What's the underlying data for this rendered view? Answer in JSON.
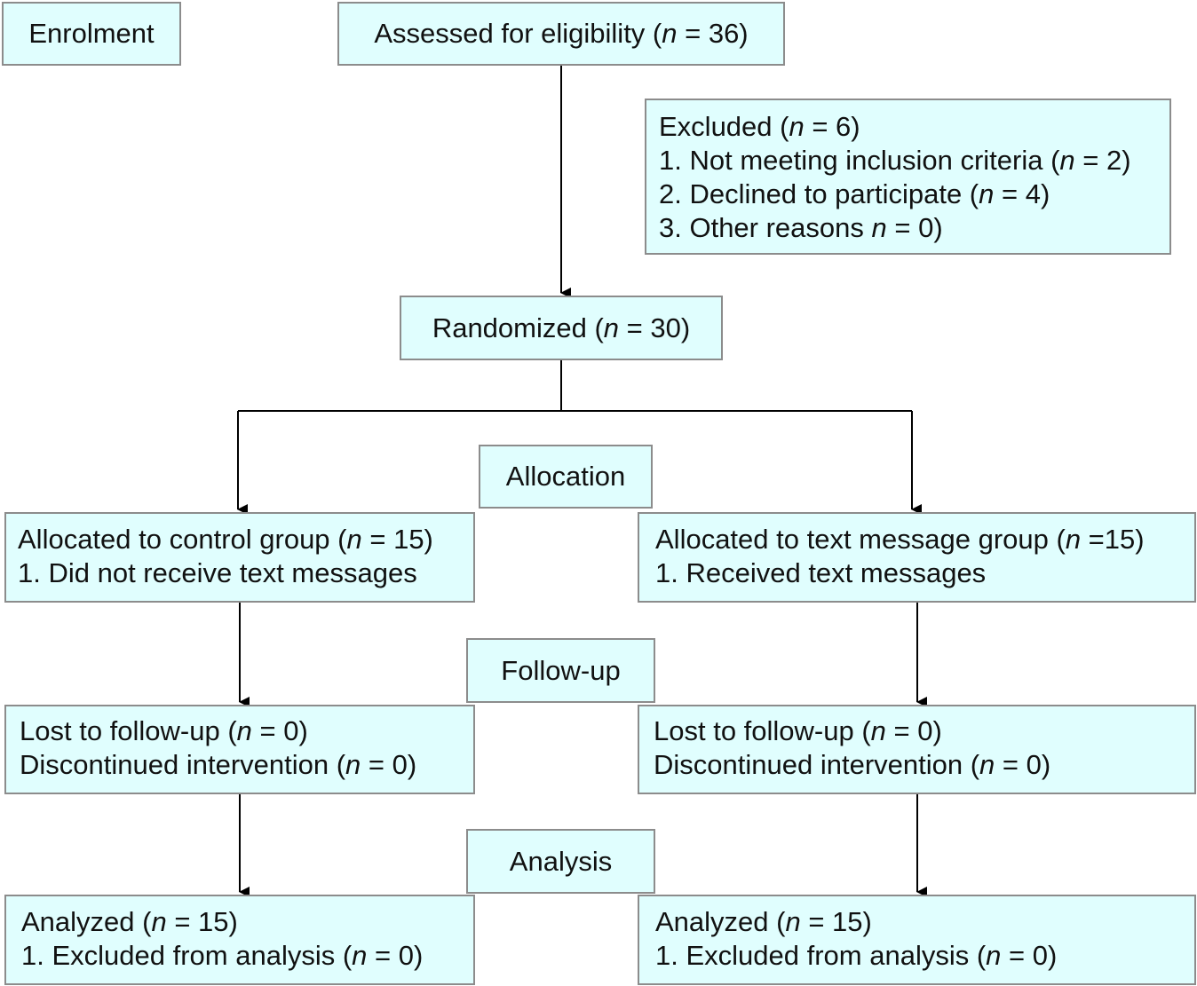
{
  "stages": {
    "enrolment": "Enrolment",
    "allocation": "Allocation",
    "followup": "Follow-up",
    "analysis": "Analysis"
  },
  "assessed": {
    "pre": "Assessed for eligibility (",
    "n": "n",
    "post": " = 36)"
  },
  "excluded": {
    "l1": {
      "pre": "Excluded (",
      "n": "n",
      "post": " = 6)"
    },
    "l2": {
      "pre": "1. Not meeting inclusion criteria (",
      "n": "n",
      "post": " = 2)"
    },
    "l3": {
      "pre": "2. Declined to participate (",
      "n": "n",
      "post": " = 4)"
    },
    "l4": {
      "pre": "3. Other reasons ",
      "n": "n",
      "post": " = 0)"
    }
  },
  "randomized": {
    "pre": "Randomized (",
    "n": "n",
    "post": " = 30)"
  },
  "control": {
    "alloc": {
      "l1": {
        "pre": "Allocated to control group (",
        "n": "n",
        "post": " = 15)"
      },
      "l2": "1. Did not receive text messages"
    },
    "followup": {
      "l1": {
        "pre": "Lost to follow-up (",
        "n": "n",
        "post": " = 0)"
      },
      "l2": {
        "pre": "Discontinued intervention (",
        "n": "n",
        "post": " = 0)"
      }
    },
    "analysis": {
      "l1": {
        "pre": "Analyzed (",
        "n": "n",
        "post": " = 15)"
      },
      "l2": {
        "pre": "1. Excluded from analysis (",
        "n": "n",
        "post": " = 0)"
      }
    }
  },
  "text": {
    "alloc": {
      "l1": {
        "pre": "Allocated to text message group (",
        "n": "n",
        "post": " =15)"
      },
      "l2": "1. Received text messages"
    },
    "followup": {
      "l1": {
        "pre": "Lost to follow-up (",
        "n": "n",
        "post": " = 0)"
      },
      "l2": {
        "pre": "Discontinued intervention (",
        "n": "n",
        "post": " = 0)"
      }
    },
    "analysis": {
      "l1": {
        "pre": "Analyzed (",
        "n": "n",
        "post": " = 15)"
      },
      "l2": {
        "pre": "1. Excluded from analysis (",
        "n": "n",
        "post": " = 0)"
      }
    }
  },
  "colors": {
    "box_fill": "#e0fefe",
    "box_border": "#8c8c8c",
    "arrow": "#000000"
  }
}
